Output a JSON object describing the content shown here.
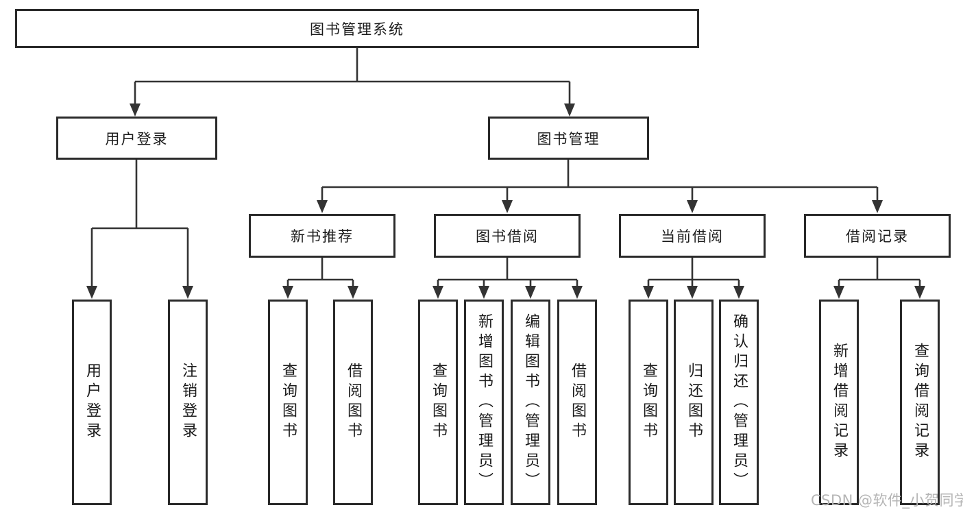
{
  "diagram": {
    "tree": {
      "root": {
        "label": "图书管理系统"
      },
      "children": [
        {
          "label": "用户登录",
          "children": [
            {
              "label": "用户登录"
            },
            {
              "label": "注销登录"
            }
          ]
        },
        {
          "label": "图书管理",
          "children": [
            {
              "label": "新书推荐",
              "children": [
                {
                  "label": "查询图书"
                },
                {
                  "label": "借阅图书"
                }
              ]
            },
            {
              "label": "图书借阅",
              "children": [
                {
                  "label": "查询图书"
                },
                {
                  "label": "新增图书（管理员）"
                },
                {
                  "label": "编辑图书（管理员）"
                },
                {
                  "label": "借阅图书"
                }
              ]
            },
            {
              "label": "当前借阅",
              "children": [
                {
                  "label": "查询图书"
                },
                {
                  "label": "归还图书"
                },
                {
                  "label": "确认归还（管理员）"
                }
              ]
            },
            {
              "label": "借阅记录",
              "children": [
                {
                  "label": "新增借阅记录"
                },
                {
                  "label": "查询借阅记录"
                }
              ]
            }
          ]
        }
      ]
    },
    "colors": {
      "line": "#333333",
      "box_border": "#2a2a2a",
      "text": "#1b1b1b",
      "background": "#ffffff",
      "watermark": "#b5b5b5"
    }
  },
  "watermark": {
    "text": "CSDN @软件_小贺同学"
  }
}
